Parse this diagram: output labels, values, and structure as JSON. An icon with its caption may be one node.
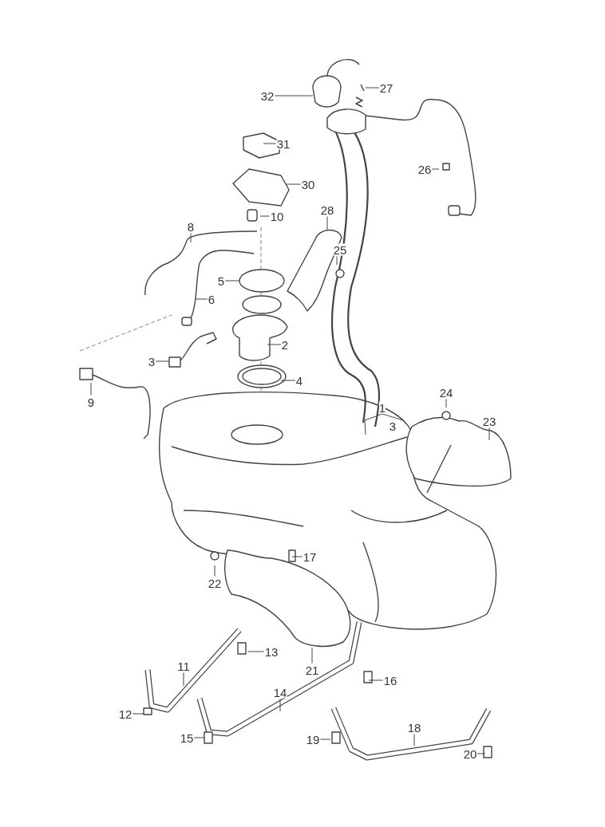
{
  "diagram": {
    "nodes": [
      {
        "text": [
          "32"
        ]
      },
      {
        "text": [
          "27"
        ]
      },
      {
        "text": [
          "31"
        ]
      },
      {
        "text": [
          "30"
        ]
      },
      {
        "text": [
          "26"
        ]
      },
      {
        "text": [
          "10"
        ]
      },
      {
        "text": [
          "28"
        ]
      },
      {
        "text": [
          "8"
        ]
      },
      {
        "text": [
          "25"
        ]
      },
      {
        "text": [
          "5"
        ]
      },
      {
        "text": [
          "6"
        ]
      },
      {
        "text": [
          "2"
        ]
      },
      {
        "text": [
          "3"
        ]
      },
      {
        "text": [
          "4"
        ]
      },
      {
        "text": [
          "9"
        ]
      },
      {
        "text": [
          "1"
        ]
      },
      {
        "text": [
          "24"
        ]
      },
      {
        "text": [
          "23"
        ]
      },
      {
        "text": [
          "17"
        ]
      },
      {
        "text": [
          "22"
        ]
      },
      {
        "text": [
          "13"
        ]
      },
      {
        "text": [
          "21"
        ]
      },
      {
        "text": [
          "11"
        ]
      },
      {
        "text": [
          "16"
        ]
      },
      {
        "text": [
          "14"
        ]
      },
      {
        "text": [
          "12"
        ]
      },
      {
        "text": [
          "18"
        ]
      },
      {
        "text": [
          "15"
        ]
      },
      {
        "text": [
          "19"
        ]
      },
      {
        "text": [
          "20"
        ]
      }
    ],
    "edges": [
      {
        "from": 0,
        "to": null,
        "arrow": "none"
      },
      {
        "from": 1,
        "to": null,
        "arrow": "none"
      },
      {
        "from": 2,
        "to": null,
        "arrow": "none"
      },
      {
        "from": 3,
        "to": null,
        "arrow": "none"
      },
      {
        "from": 4,
        "to": null,
        "arrow": "none"
      },
      {
        "from": 5,
        "to": null,
        "arrow": "none"
      },
      {
        "from": 6,
        "to": null,
        "arrow": "none"
      },
      {
        "from": 7,
        "to": null,
        "arrow": "none"
      },
      {
        "from": 8,
        "to": null,
        "arrow": "none"
      },
      {
        "from": 9,
        "to": null,
        "arrow": "none"
      },
      {
        "from": 10,
        "to": null,
        "arrow": "none"
      },
      {
        "from": 11,
        "to": null,
        "arrow": "none"
      },
      {
        "from": 12,
        "to": null,
        "arrow": "none"
      },
      {
        "from": 13,
        "to": null,
        "arrow": "none"
      },
      {
        "from": 14,
        "to": null,
        "arrow": "none"
      },
      {
        "from": 15,
        "to": null,
        "arrow": "none"
      },
      {
        "from": 16,
        "to": null,
        "arrow": "none"
      },
      {
        "from": 17,
        "to": null,
        "arrow": "none"
      },
      {
        "from": 18,
        "to": null,
        "arrow": "none"
      },
      {
        "from": 19,
        "to": null,
        "arrow": "none"
      },
      {
        "from": 20,
        "to": null,
        "arrow": "none"
      },
      {
        "from": 21,
        "to": null,
        "arrow": "none"
      },
      {
        "from": 22,
        "to": null,
        "arrow": "none"
      },
      {
        "from": 23,
        "to": null,
        "arrow": "none"
      },
      {
        "from": 24,
        "to": null,
        "arrow": "none"
      },
      {
        "from": 25,
        "to": null,
        "arrow": "none"
      },
      {
        "from": 26,
        "to": null,
        "arrow": "none"
      },
      {
        "from": 27,
        "to": null,
        "arrow": "none"
      },
      {
        "from": 28,
        "to": null,
        "arrow": "none"
      },
      {
        "from": 29,
        "to": null,
        "arrow": "none"
      }
    ],
    "labels": [
      "3"
    ]
  }
}
